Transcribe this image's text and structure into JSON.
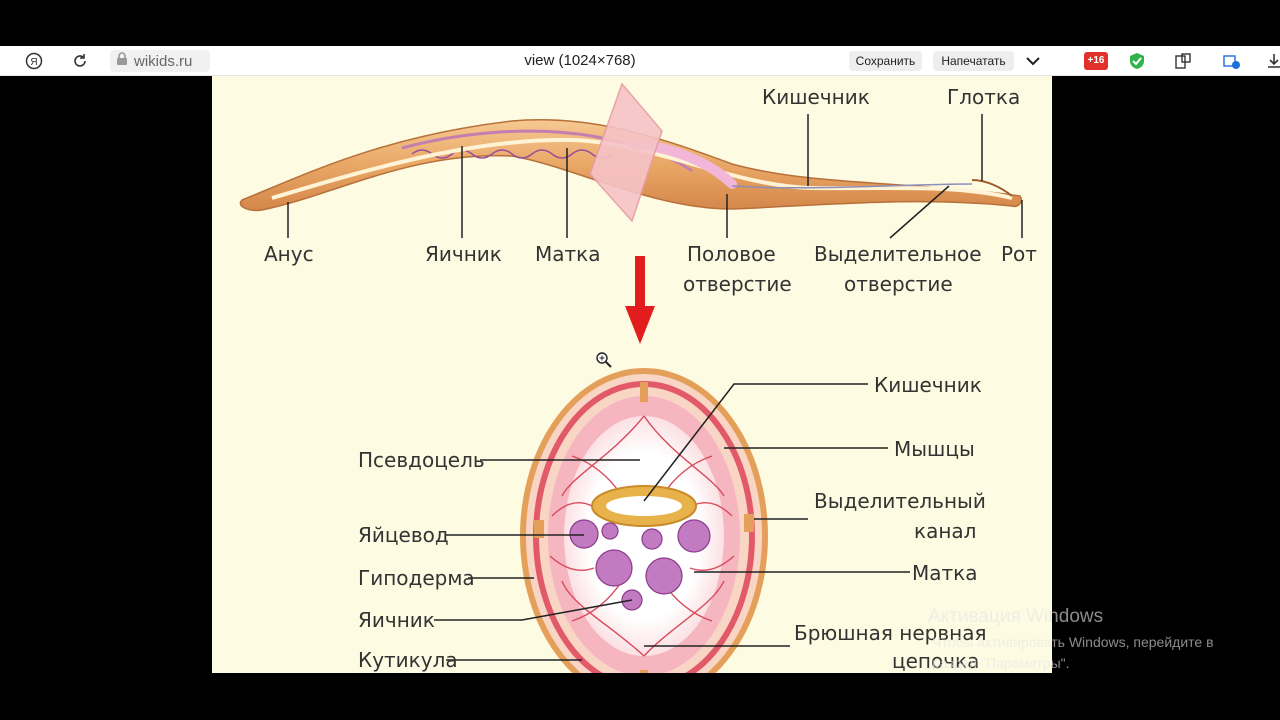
{
  "browser": {
    "url": "wikids.ru",
    "page_title": "view (1024×768)",
    "save_label": "Сохранить",
    "print_label": "Напечатать",
    "badge": "+16"
  },
  "diagram": {
    "worm_labels": {
      "intestine": "Кишечник",
      "pharynx": "Глотка",
      "anus": "Анус",
      "ovary": "Яичник",
      "uterus": "Матка",
      "genital_line1": "Половое",
      "genital_line2": "отверстие",
      "excretory_line1": "Выделительное",
      "excretory_line2": "отверстие",
      "mouth": "Рот"
    },
    "section_labels": {
      "intestine": "Кишечник",
      "muscles": "Мышцы",
      "excretory_canal_line1": "Выделительный",
      "excretory_canal_line2": "канал",
      "uterus": "Матка",
      "nerve_cord_line1": "Брюшная нервная",
      "nerve_cord_line2": "цепочка",
      "pseudocoel": "Псевдоцель",
      "oviduct": "Яйцевод",
      "hypodermis": "Гиподерма",
      "ovary": "Яичник",
      "cuticle": "Кутикула"
    }
  },
  "os_overlay": {
    "activation_title": "Активация Windows",
    "activation_line1": "Чтобы активировать Windows, перейдите в",
    "activation_line2": "раздел \"Параметры\"."
  }
}
